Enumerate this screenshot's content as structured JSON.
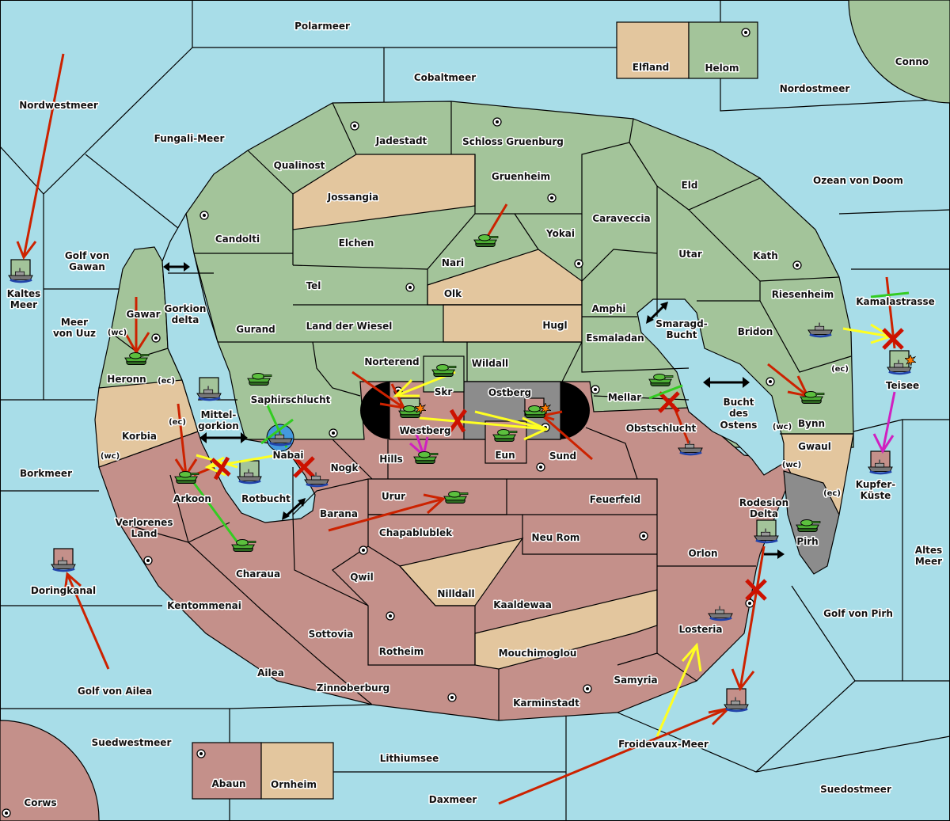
{
  "colors": {
    "sea": "#a8dde8",
    "green_power": "#a3c49a",
    "neutral": "#e3c69e",
    "red_power": "#c4908a",
    "gray_power": "#8c8c8c",
    "move_order": "#cc2200",
    "support_order": "#ffff22",
    "retreat_order": "#d020c0",
    "convoy_order": "#33cc22"
  },
  "icons": {
    "army": "tank-icon",
    "fleet": "ship-icon",
    "supply_center": "supply-center-icon",
    "dislodged": "explosion-icon",
    "failed": "x-mark-icon",
    "connection": "double-arrow-icon"
  },
  "labels": {
    "polarmeer": "Polarmeer",
    "cobaltmeer": "Cobaltmeer",
    "elfland": "Elfland",
    "helom": "Helom",
    "conno": "Conno",
    "nordwestmeer": "Nordwestmeer",
    "nordostmeer": "Nordostmeer",
    "fungali": "Fungali-Meer",
    "jadestadt": "Jadestadt",
    "schloss": "Schloss Gruenburg",
    "qualinost": "Qualinost",
    "gruenheim": "Gruenheim",
    "ozean": "Ozean von Doom",
    "eld": "Eld",
    "jossangia": "Jossangia",
    "caraveccia": "Caraveccia",
    "candolti": "Candolti",
    "elchen": "Elchen",
    "yokai": "Yokai",
    "utar": "Utar",
    "kath": "Kath",
    "golf_gawan": [
      "Golf von",
      "Gawan"
    ],
    "nari": "Nari",
    "tel": "Tel",
    "olk": "Olk",
    "riesenheim": "Riesenheim",
    "kaltes_meer": [
      "Kaltes",
      "Meer"
    ],
    "kamalastrasse": "Kamalastrasse",
    "gorkion_delta": [
      "Gorkion",
      "delta"
    ],
    "amphi": "Amphi",
    "gawar": "Gawar",
    "meer_uuz": [
      "Meer",
      "von Uuz"
    ],
    "gurand": "Gurand",
    "land_wiesel": "Land der Wiesel",
    "hugl": "Hugl",
    "smaragd": [
      "Smaragd-",
      "Bucht"
    ],
    "bridon": "Bridon",
    "esmaladan": "Esmaladan",
    "norterend": "Norterend",
    "wildall": "Wildall",
    "heronn": "Heronn",
    "teisee": "Teisee",
    "skr": "Skr",
    "ostberg": "Ostberg",
    "mellar": "Mellar",
    "saphirschlucht": "Saphirschlucht",
    "bucht_ostens": [
      "Bucht",
      "des",
      "Ostens"
    ],
    "mittelgorkion": [
      "Mittel-",
      "gorkion"
    ],
    "bynn": "Bynn",
    "westberg": "Westberg",
    "obstschlucht": "Obstschlucht",
    "korbia": "Korbia",
    "gwaul": "Gwaul",
    "nabai": "Nabai",
    "eun": "Eun",
    "sund": "Sund",
    "hills": "Hills",
    "nogk": "Nogk",
    "borkmeer": "Borkmeer",
    "kupfer": [
      "Kupfer-",
      "Küste"
    ],
    "urur": "Urur",
    "feuerfeld": "Feuerfeld",
    "arkoon": "Arkoon",
    "rotbucht": "Rotbucht",
    "rodesion": [
      "Rodesion",
      "Delta"
    ],
    "barana": "Barana",
    "verlorenes": [
      "Verlorenes",
      "Land"
    ],
    "chapablublek": "Chapablublek",
    "neu_rom": "Neu Rom",
    "pirh": "Pirh",
    "orlon": "Orlon",
    "altes_meer": [
      "Altes",
      "Meer"
    ],
    "charaua": "Charaua",
    "qwil": "Qwil",
    "doringkanal": "Doringkanal",
    "nilldall": "Nilldall",
    "kentommenai": "Kentommenai",
    "kaaldewaa": "Kaaldewaa",
    "golf_pirh": "Golf von Pirh",
    "losteria": "Losteria",
    "sottovia": "Sottovia",
    "rotheim": "Rotheim",
    "mouchimoglou": "Mouchimoglou",
    "ailea": "Ailea",
    "samyria": "Samyria",
    "zinnoberburg": "Zinnoberburg",
    "golf_ailea": "Golf von Ailea",
    "karminstadt": "Karminstadt",
    "suedwestmeer": "Suedwestmeer",
    "froidevaux": "Froidevaux-Meer",
    "lithiumsee": "Lithiumsee",
    "abaun": "Abaun",
    "ornheim": "Ornheim",
    "suedostmeer": "Suedostmeer",
    "daxmeer": "Daxmeer",
    "corws": "Corws"
  },
  "coasts": {
    "gawar_wc": "(wc)",
    "heronn_ec": "(ec)",
    "korbia_ec": "(ec)",
    "korbia_wc": "(wc)",
    "teisee_ec": "(ec)",
    "bynn_wc": "(wc)",
    "gwaul_wc": "(wc)",
    "gwaul_ec": "(ec)"
  }
}
